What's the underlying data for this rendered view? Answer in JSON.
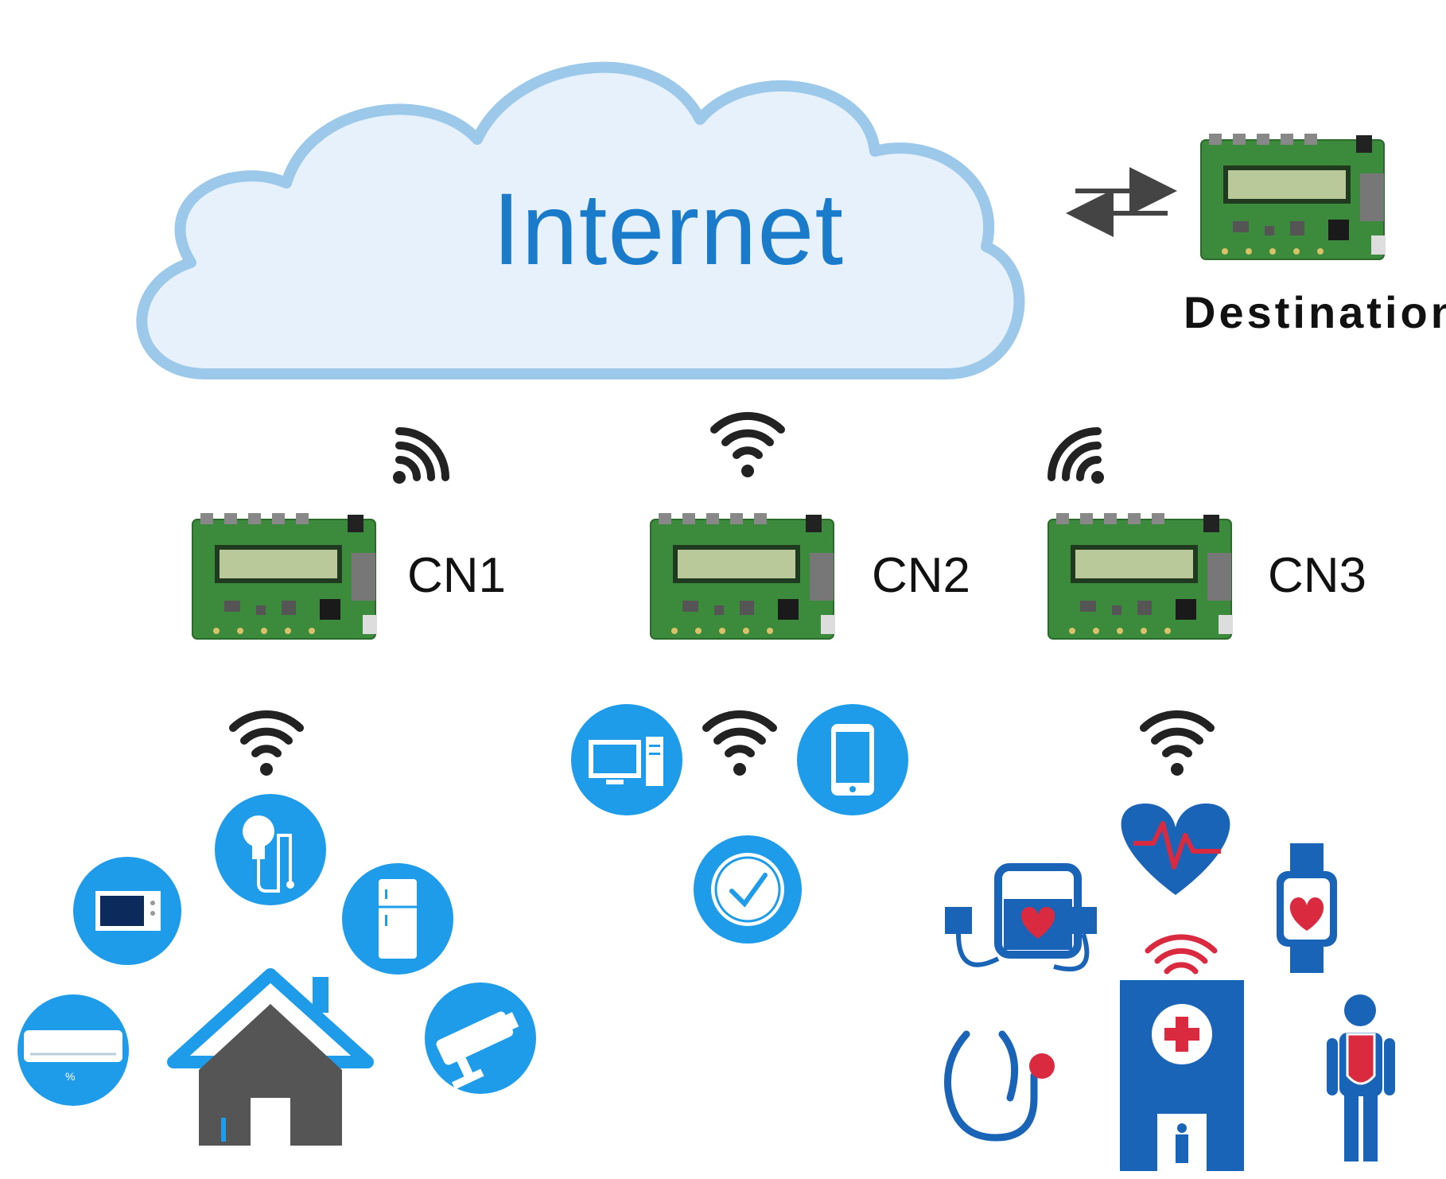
{
  "cloud": {
    "label": "Internet",
    "fill": "#e6f1fb",
    "stroke": "#9cc8ea",
    "text_color": "#1a7bcb"
  },
  "destination": {
    "label": "Destination"
  },
  "nodes": [
    {
      "label": "CN1"
    },
    {
      "label": "CN2"
    },
    {
      "label": "CN3"
    }
  ],
  "colors": {
    "board_green": "#3c8a3c",
    "lcd": "#b9c99a",
    "icon_blue": "#1e9be9",
    "medical_blue": "#1a64b8",
    "medical_red": "#d92a3f",
    "signal": "#222222",
    "house_gray": "#555555"
  },
  "groups": {
    "smart_home": [
      "bulb-icon",
      "microwave-icon",
      "fridge-icon",
      "air-conditioner-icon",
      "house-icon",
      "cctv-camera-icon"
    ],
    "personal_devices": [
      "desktop-computer-icon",
      "smartphone-icon",
      "clock-icon"
    ],
    "healthcare": [
      "heartbeat-icon",
      "blood-pressure-monitor-icon",
      "smartwatch-heart-icon",
      "stethoscope-icon",
      "hospital-icon",
      "patient-icon"
    ]
  }
}
